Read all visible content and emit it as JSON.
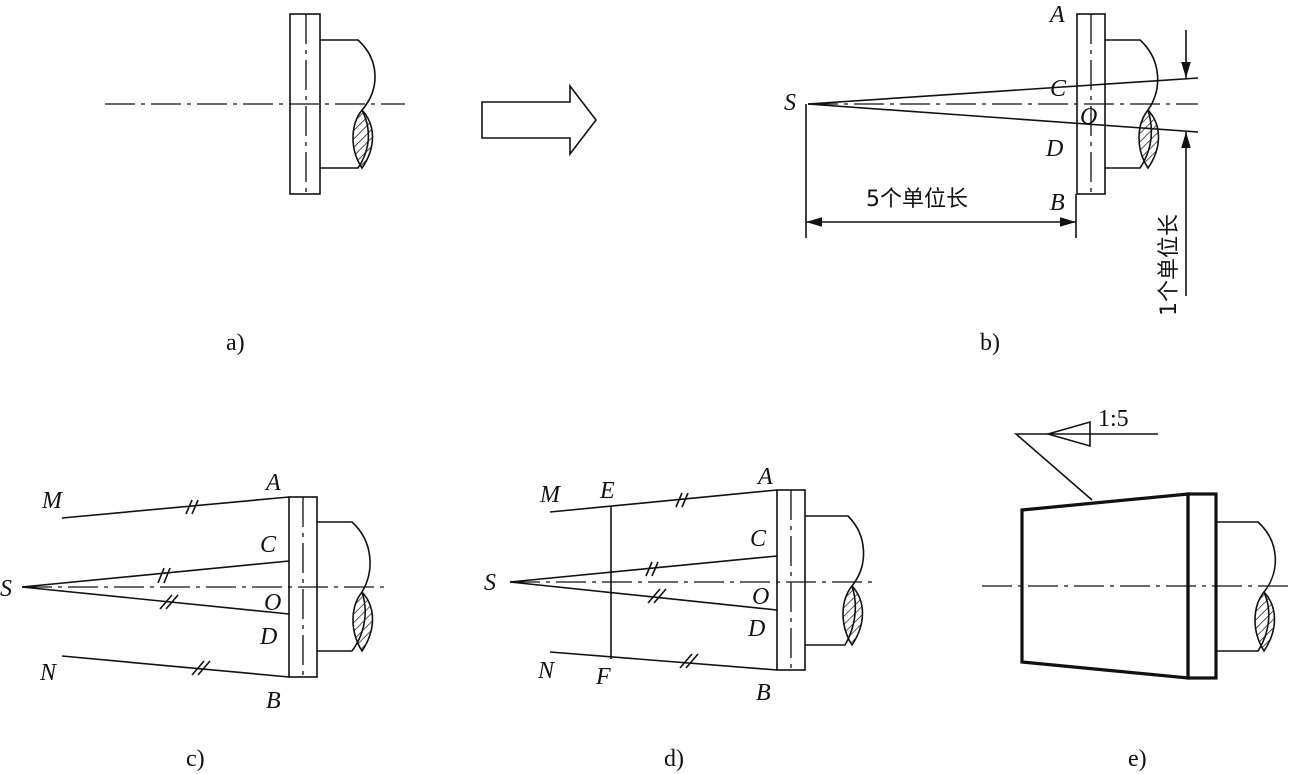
{
  "captions": {
    "a": "a)",
    "b": "b)",
    "c": "c)",
    "d": "d)",
    "e": "e)"
  },
  "points": {
    "S": "S",
    "A": "A",
    "B": "B",
    "C": "C",
    "D": "D",
    "O": "O",
    "M": "M",
    "N": "N",
    "E": "E",
    "F": "F"
  },
  "dimensions": {
    "length": "5个单位长",
    "unit": "1个单位长"
  },
  "taper_symbol": {
    "ratio": "1:5"
  }
}
